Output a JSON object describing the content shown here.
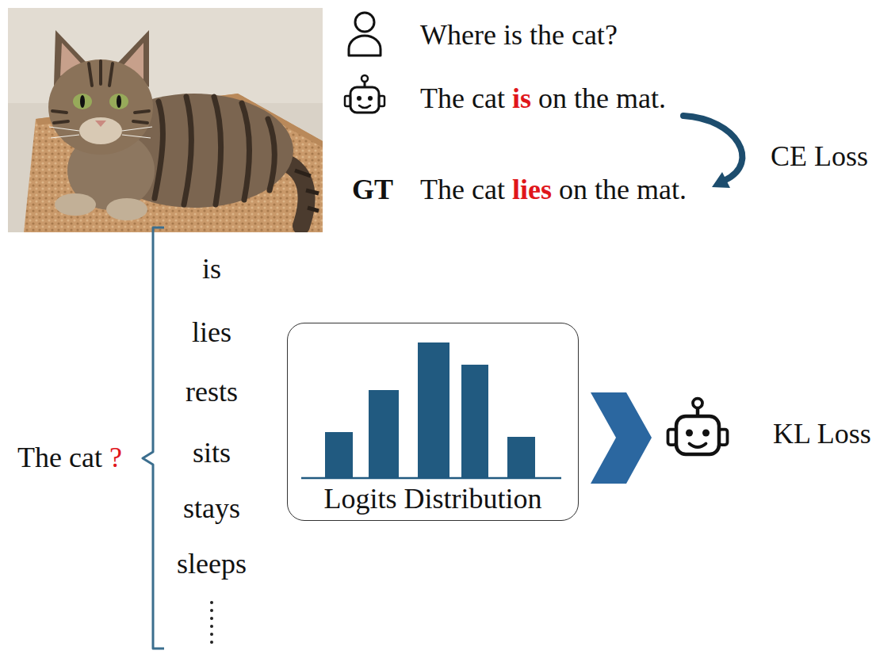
{
  "diagram": {
    "nodes": [
      {
        "text": [
          "Logits Distribution"
        ]
      }
    ],
    "labels": [
      "Where is the cat?",
      "The cat",
      "is",
      "on the mat.",
      "GT",
      "The cat",
      "lies",
      "on the mat.",
      "CE Loss",
      "The cat",
      "?",
      "is",
      "lies",
      "rests",
      "sits",
      "stays",
      "sleeps",
      "KL Loss"
    ]
  }
}
